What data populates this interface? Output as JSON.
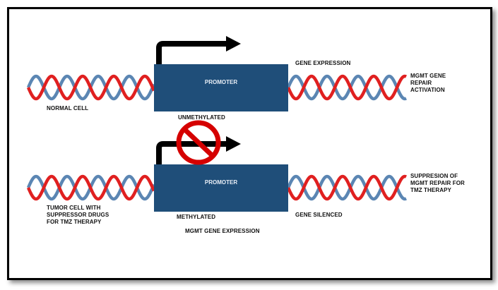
{
  "colors": {
    "promoter": "#1f4e79",
    "helix_red": "#e02020",
    "helix_blue": "#5b86b3",
    "prohibit": "#d50000",
    "arrow": "#000000"
  },
  "icons": [
    "arrow-right-icon",
    "prohibited-icon"
  ],
  "top": {
    "promoter_label": "PROMOTER",
    "gene_expression_label": "GENE EXPRESSION",
    "result_label": "MGMT GENE\nREPAIR\nACTIVATION",
    "cell_label": "NORMAL CELL",
    "state_label": "UNMETHYLATED"
  },
  "bottom": {
    "promoter_label": "PROMOTER",
    "result_label": "SUPPRESION OF\nMGMT REPAIR FOR\nTMZ THERAPY",
    "cell_label": "TUMOR CELL WITH\nSUPPRESSOR DRUGS\nFOR TMZ THERAPY",
    "state_label": "METHYLATED",
    "gene_state_label": "GENE SILENCED",
    "caption": "MGMT GENE EXPRESSION"
  }
}
